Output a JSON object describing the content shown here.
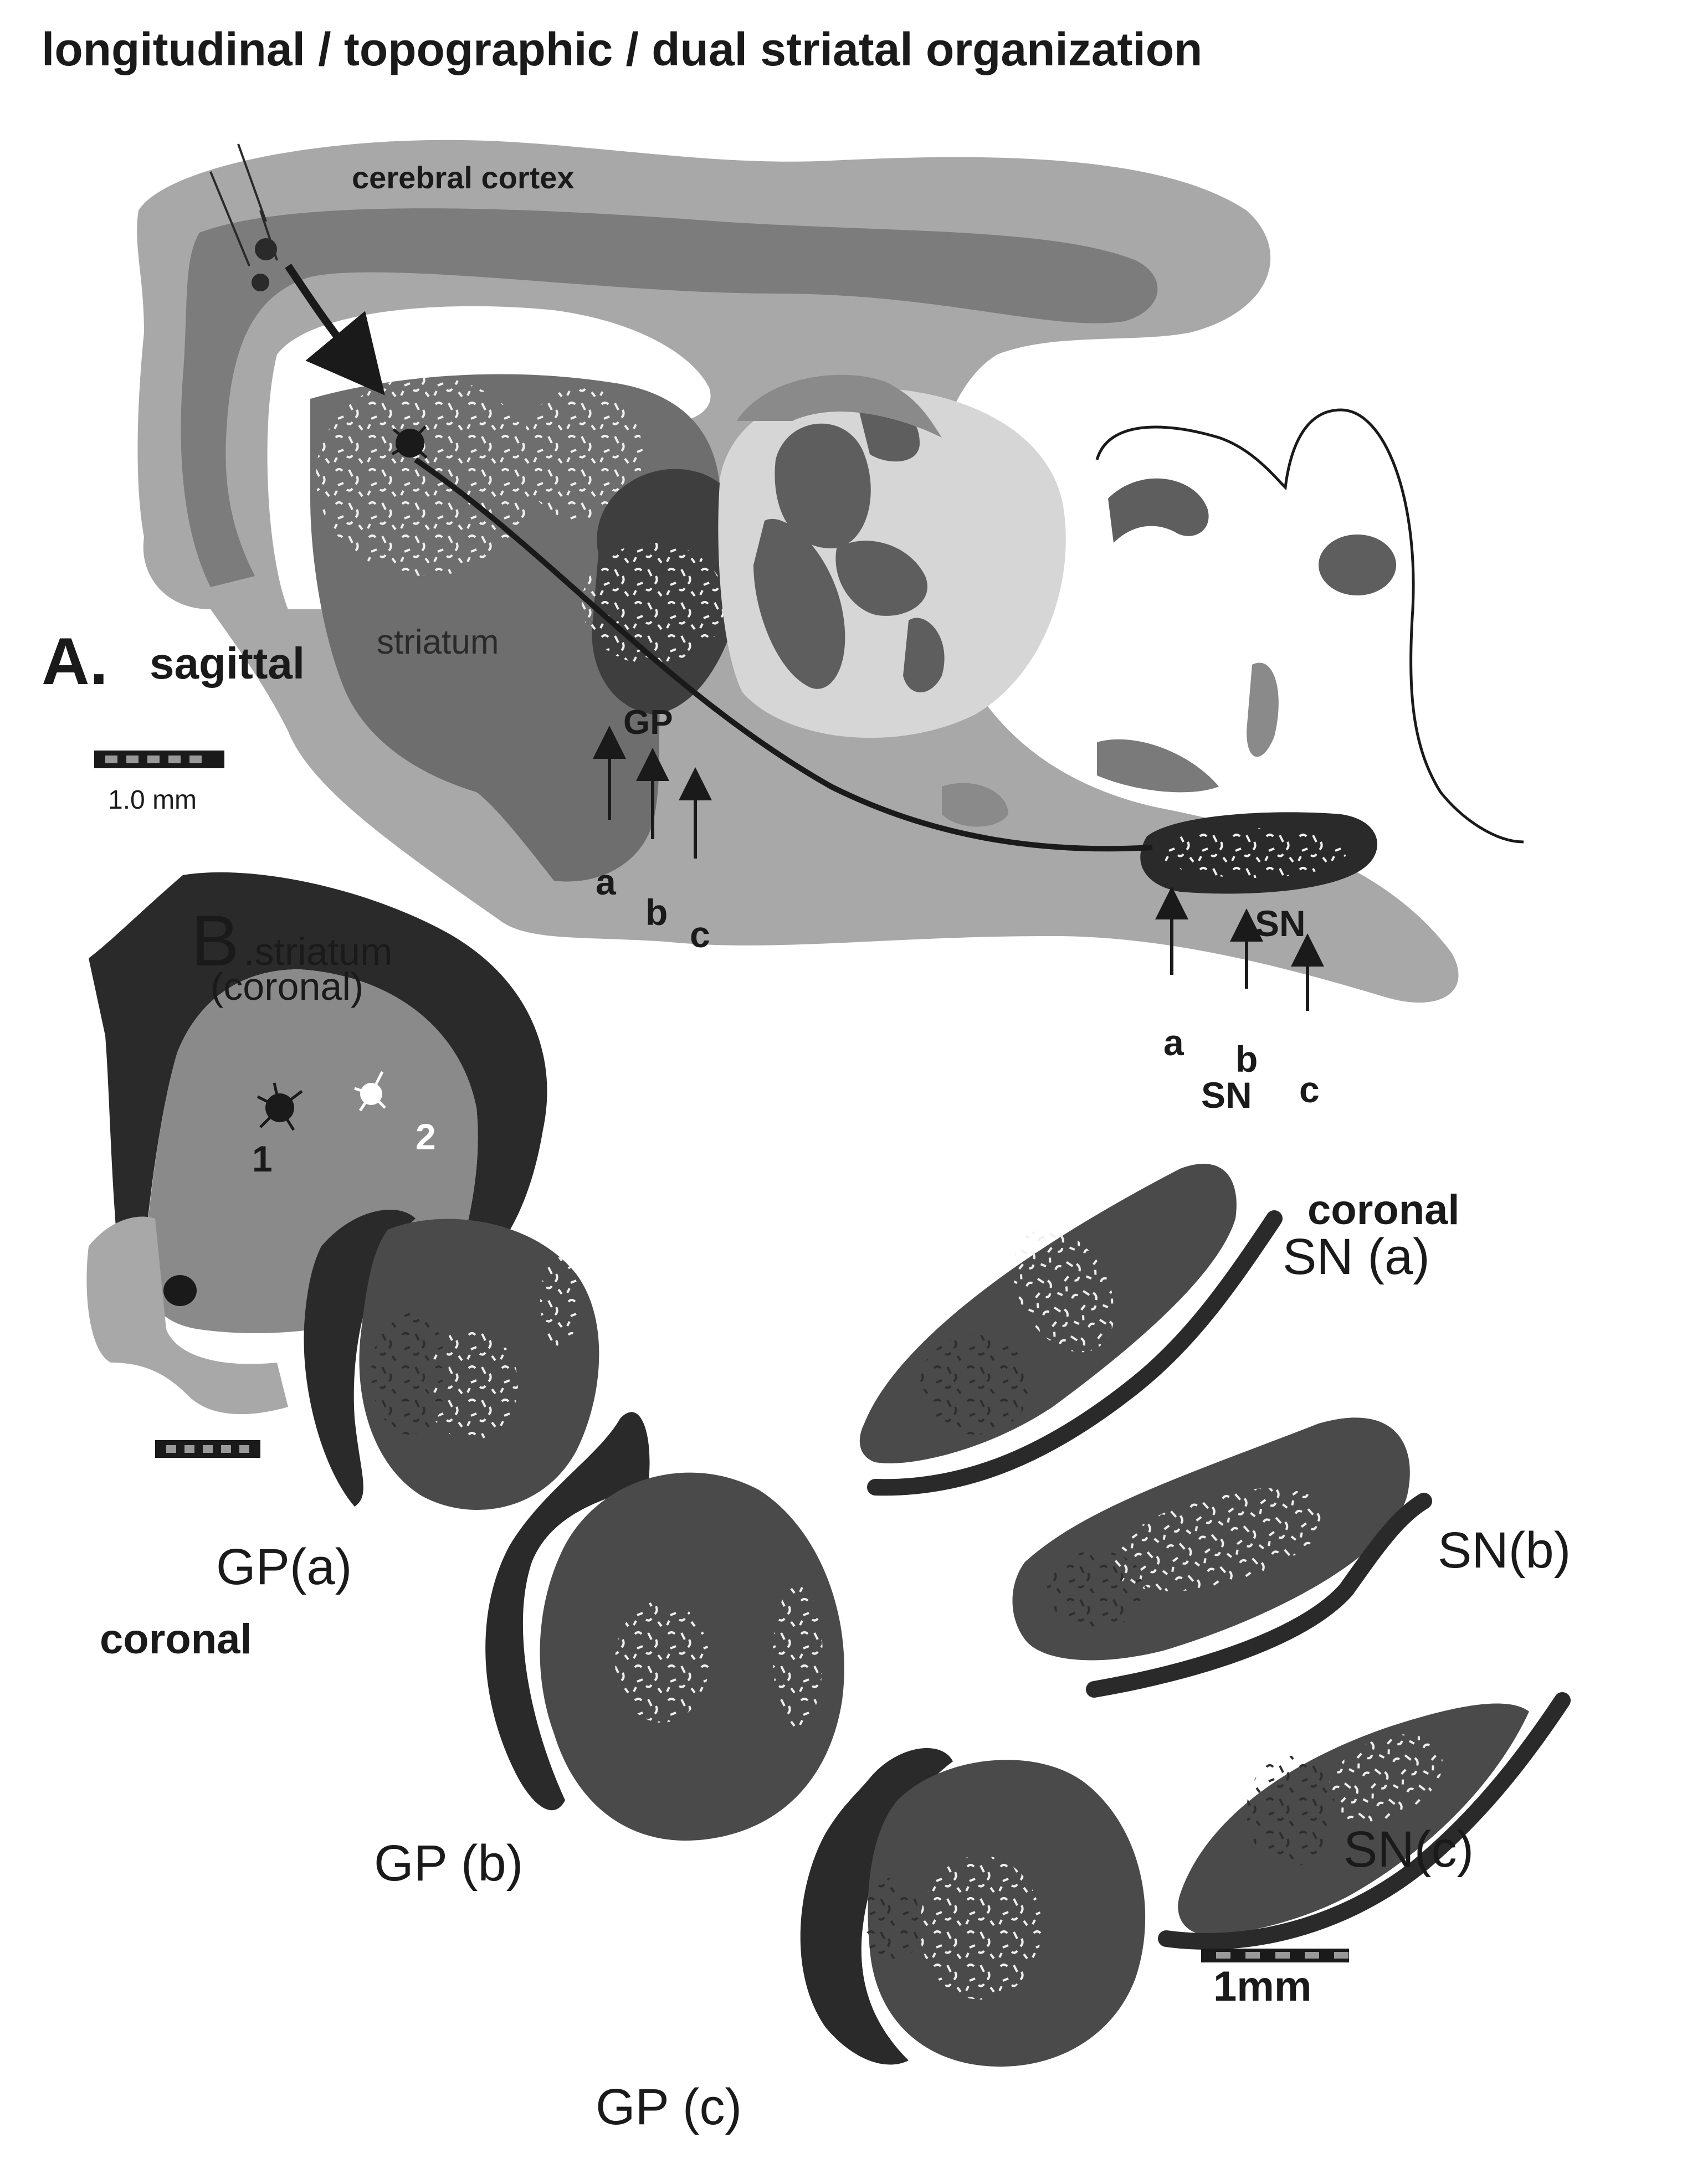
{
  "figure": {
    "title": "longitudinal / topographic / dual striatal organization",
    "panel_a": {
      "letter": "A.",
      "label": "sagittal",
      "regions": {
        "cortex": "cerebral cortex",
        "striatum": "striatum",
        "gp": "GP",
        "sn": "SN"
      },
      "gp_section_markers": [
        "a",
        "b",
        "c"
      ],
      "sn_section_markers": [
        "a",
        "b",
        "c"
      ],
      "sn_marker_caption": "SN",
      "scale_bar": "1.0 mm"
    },
    "panel_b": {
      "letter": "B",
      "label": ".striatum",
      "sublabel": "(coronal)",
      "neuron_labels": [
        "1",
        "2"
      ]
    },
    "gp_sections": {
      "plane_label": "coronal",
      "labels": [
        "GP(a)",
        "GP (b)",
        "GP (c)"
      ]
    },
    "sn_sections": {
      "plane_label": "coronal",
      "labels": [
        "SN (a)",
        "SN(b)",
        "SN(c)"
      ]
    },
    "scale_bar_bottom": "1mm",
    "colors": {
      "light_gray": "#a8a8a8",
      "mid_gray": "#8a8a8a",
      "dark_gray": "#5e5e5e",
      "darker_gray": "#4a4a4a",
      "near_black": "#2a2a2a",
      "pale": "#d6d6d6"
    }
  }
}
